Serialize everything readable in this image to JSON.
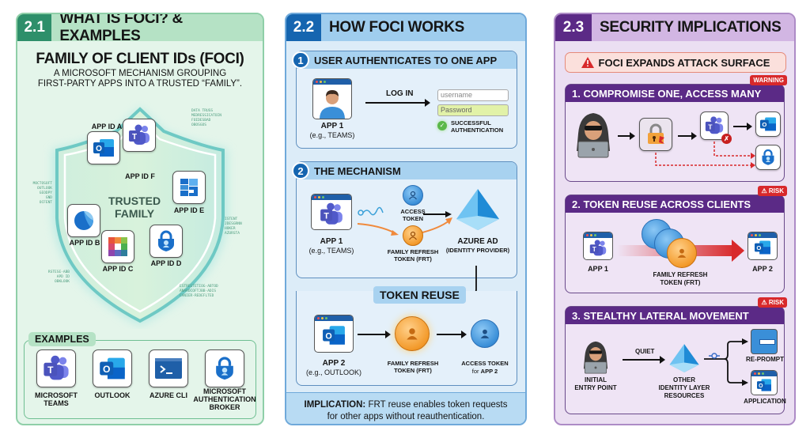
{
  "panel1": {
    "number": "2.1",
    "title": "WHAT IS FOCI? & EXAMPLES",
    "heading": "FAMILY OF CLIENT IDs (FOCI)",
    "description_line1": "A MICROSOFT MECHANISM GROUPING",
    "description_line2": "FIRST-PARTY APPS INTO A TRUSTED “FAMILY”.",
    "shield_label_line1": "TRUSTED",
    "shield_label_line2": "FAMILY",
    "apps": [
      {
        "label": "APP ID A",
        "icon": "outlook-icon"
      },
      {
        "label": "APP ID F",
        "icon": "teams-icon"
      },
      {
        "label": "APP ID E",
        "icon": "azure-grid-icon"
      },
      {
        "label": "APP ID B",
        "icon": "azure-blue-circle-icon"
      },
      {
        "label": "APP ID C",
        "icon": "multicolor-grid-icon"
      },
      {
        "label": "APP ID D",
        "icon": "authenticator-lock-icon"
      }
    ],
    "deco_labels": {
      "top_right": [
        "DATA TRUSS",
        "MEDRESSICATOIN",
        "FOIDESBAD",
        "OBOSGOS"
      ],
      "left": [
        "MOCTOSOFT",
        "OUTLOOK",
        "GEODPY",
        "GND",
        "OCFENT"
      ],
      "right": [
        "ISTENT",
        "JDESGRNN",
        "HOKER",
        "AZURSTA"
      ],
      "bottom_left": [
        "RSTESE-ABB",
        "APD ID",
        "OBKLOOK"
      ],
      "bottom_right": [
        "ESTREGTETIOG-ABTOD",
        "ANAROCOFTJBB-ADIS",
        "CANIER-REDEFLTED"
      ]
    },
    "examples_title": "EXAMPLES",
    "examples": [
      {
        "label_line1": "MICROSOFT",
        "label_line2": "TEAMS",
        "label_line3": "",
        "icon": "teams-icon"
      },
      {
        "label_line1": "OUTLOOK",
        "label_line2": "",
        "label_line3": "",
        "icon": "outlook-icon"
      },
      {
        "label_line1": "AZURE CLI",
        "label_line2": "",
        "label_line3": "",
        "icon": "terminal-icon"
      },
      {
        "label_line1": "MICROSOFT",
        "label_line2": "AUTHENTICATION",
        "label_line3": "BROKER",
        "icon": "authenticator-lock-icon"
      }
    ]
  },
  "panel2": {
    "number": "2.2",
    "title": "HOW FOCI WORKS",
    "step1": {
      "number": "1",
      "title": "USER AUTHENTICATES TO ONE APP",
      "app_label": "APP 1",
      "app_sub": "(e.g., TEAMS)",
      "arrow_label": "LOG IN",
      "username_placeholder": "username",
      "password_placeholder": "Password",
      "success_line1": "SUCCESSFUL",
      "success_line2": "AUTHENTICATION"
    },
    "step2": {
      "number": "2",
      "title": "THE MECHANISM",
      "app_label": "APP 1",
      "app_sub": "(e.g., TEAMS)",
      "access_token_line1": "ACCESS",
      "access_token_line2": "TOKEN",
      "frt_line1": "FAMILY REFRESH",
      "frt_line2": "TOKEN (FRT)",
      "idp_label": "AZURE AD",
      "idp_sub": "(IDENTITY PROVIDER)"
    },
    "reuse": {
      "title": "TOKEN REUSE",
      "app_label": "APP 2",
      "app_sub": "(e.g., OUTLOOK)",
      "frt_line1": "FAMILY REFRESH",
      "frt_line2": "TOKEN (FRT)",
      "access_line1": "ACCESS TOKEN",
      "access_line2_prefix": "for",
      "access_line2_app": "APP 2"
    },
    "implication_label": "IMPLICATION:",
    "implication_text_line1": "FRT reuse enables token requests",
    "implication_text_line2": "for other apps without reauthentication."
  },
  "panel3": {
    "number": "2.3",
    "title": "SECURITY IMPLICATIONS",
    "alert": "FOCI EXPANDS ATTACK SURFACE",
    "sections": [
      {
        "title": "1. COMPROMISE ONE, ACCESS MANY",
        "badge": "WARNING"
      },
      {
        "title": "2. TOKEN REUSE ACROSS CLIENTS",
        "badge": "RISK",
        "app1": "APP 1",
        "app2": "APP 2",
        "frt_line1": "FAMILY REFRESH",
        "frt_line2": "TOKEN (FRT)"
      },
      {
        "title": "3. STEALTHY LATERAL MOVEMENT",
        "badge": "RISK",
        "entry_line1": "INITIAL",
        "entry_line2": "ENTRY POINT",
        "arrow_label": "QUIET",
        "idl_line1": "OTHER",
        "idl_line2": "IDENTITY LAYER",
        "idl_line3": "RESOURCES",
        "target1": "RE-PROMPT",
        "target2": "APPLICATION"
      }
    ]
  },
  "colors": {
    "green_accent": "#2e8f6a",
    "blue_accent": "#1565b0",
    "purple_accent": "#5b2a86",
    "risk_red": "#d8292b",
    "token_orange": "#f39a2b",
    "token_blue": "#3a8fd8"
  }
}
